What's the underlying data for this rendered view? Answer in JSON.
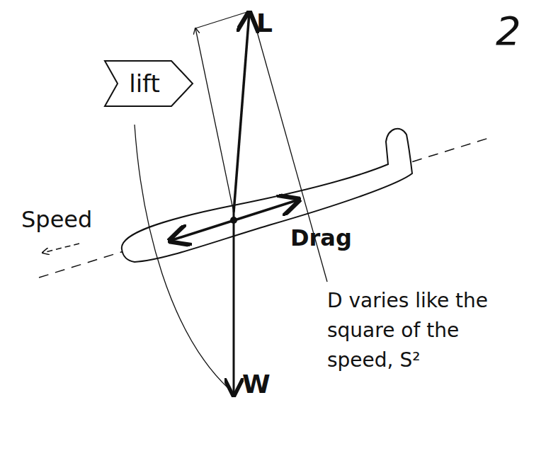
{
  "diagram": {
    "nodes": [
      {
        "text": [
          "lift"
        ]
      }
    ],
    "labels": [
      "2",
      "L",
      "Speed",
      "Drag",
      "D varies like the square of the speed, S²",
      "W"
    ]
  }
}
